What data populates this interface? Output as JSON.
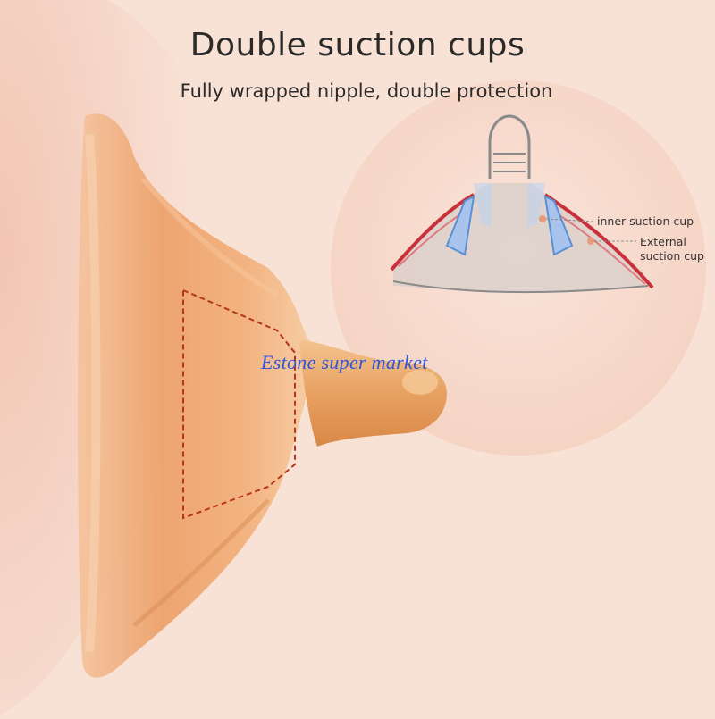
{
  "heading": {
    "title": "Double suction cups",
    "subtitle": "Fully wrapped nipple, double protection"
  },
  "diagram": {
    "inner_label": "inner suction cup",
    "external_label_line1": "External",
    "external_label_line2": "suction cup"
  },
  "watermark": "Estone super market",
  "colors": {
    "background": "#f8e2d6",
    "circle": "#f7d8ca",
    "silicone": "#e9a06a",
    "outer_cup_line": "#c8303a",
    "inner_cup_line": "#5b8fd6"
  },
  "icons": [
    "nipple-shield-product",
    "cross-section-diagram"
  ]
}
